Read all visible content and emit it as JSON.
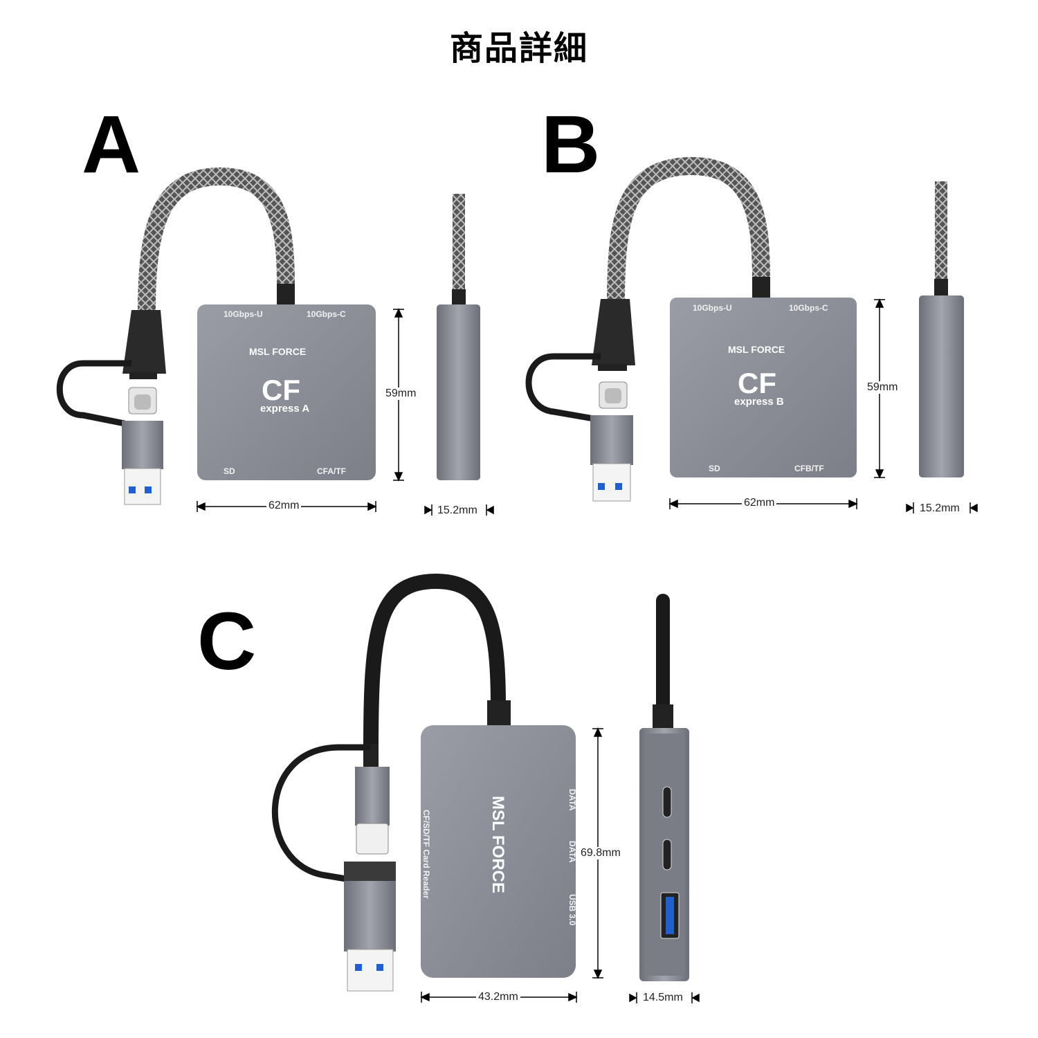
{
  "title": "商品詳細",
  "variants": [
    {
      "letter": "A",
      "brand": "MSL FORCE",
      "model_main": "CF",
      "model_sub": "express A",
      "ports_top": [
        "10Gbps-U",
        "10Gbps-C"
      ],
      "ports_bottom": [
        "SD",
        "CFA/TF"
      ],
      "height": "59mm",
      "width": "62mm",
      "depth": "15.2mm"
    },
    {
      "letter": "B",
      "brand": "MSL FORCE",
      "model_main": "CF",
      "model_sub": "express B",
      "ports_top": [
        "10Gbps-U",
        "10Gbps-C"
      ],
      "ports_bottom": [
        "SD",
        "CFB/TF"
      ],
      "height": "59mm",
      "width": "62mm",
      "depth": "15.2mm"
    },
    {
      "letter": "C",
      "brand": "MSL FORCE",
      "side_label": "CF/SD/TF Card Reader",
      "port_labels": [
        "DATA",
        "DATA",
        "USB 3.0"
      ],
      "height": "69.8mm",
      "width": "43.2mm",
      "depth": "14.5mm"
    }
  ],
  "colors": {
    "body": "#8d8f99",
    "body_dark": "#6e7079",
    "cable": "#5a5a5a",
    "usb_blue": "#1f5fd0"
  }
}
